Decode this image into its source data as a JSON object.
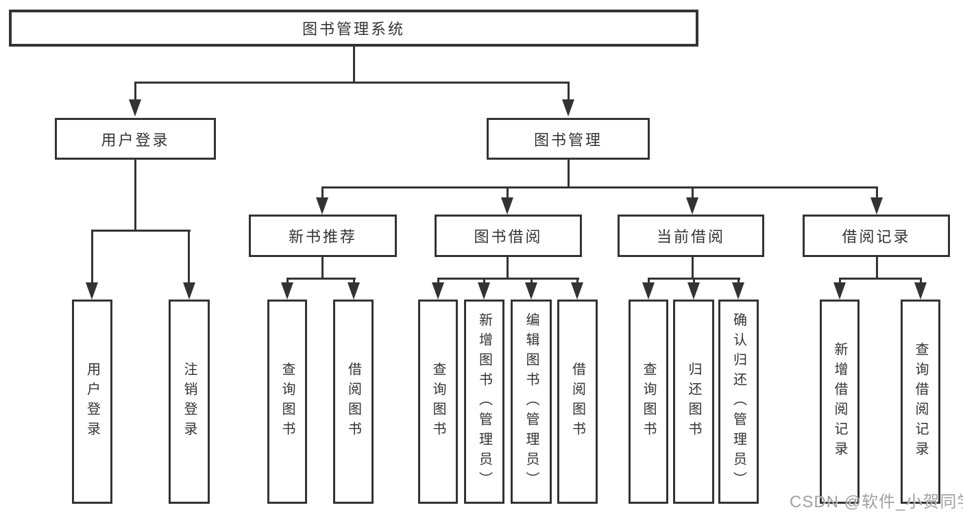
{
  "tree": {
    "label": "图书管理系统",
    "children": [
      {
        "label": "用户登录",
        "children": [
          {
            "label": "用户登录"
          },
          {
            "label": "注销登录"
          }
        ]
      },
      {
        "label": "图书管理",
        "children": [
          {
            "label": "新书推荐",
            "children": [
              {
                "label": "查询图书"
              },
              {
                "label": "借阅图书"
              }
            ]
          },
          {
            "label": "图书借阅",
            "children": [
              {
                "label": "查询图书"
              },
              {
                "label": "新增图书（管理员）"
              },
              {
                "label": "编辑图书（管理员）"
              },
              {
                "label": "借阅图书"
              }
            ]
          },
          {
            "label": "当前借阅",
            "children": [
              {
                "label": "查询图书"
              },
              {
                "label": "归还图书"
              },
              {
                "label": "确认归还（管理员）"
              }
            ]
          },
          {
            "label": "借阅记录",
            "children": [
              {
                "label": "新增借阅记录"
              },
              {
                "label": "查询借阅记录"
              }
            ]
          }
        ]
      }
    ]
  },
  "watermark": {
    "text": "CSDN @软件_小贺同学"
  },
  "colors": {
    "line": "#333333",
    "box_background": "#ffffff",
    "text": "#333333",
    "watermark": "#9b9b9b"
  }
}
